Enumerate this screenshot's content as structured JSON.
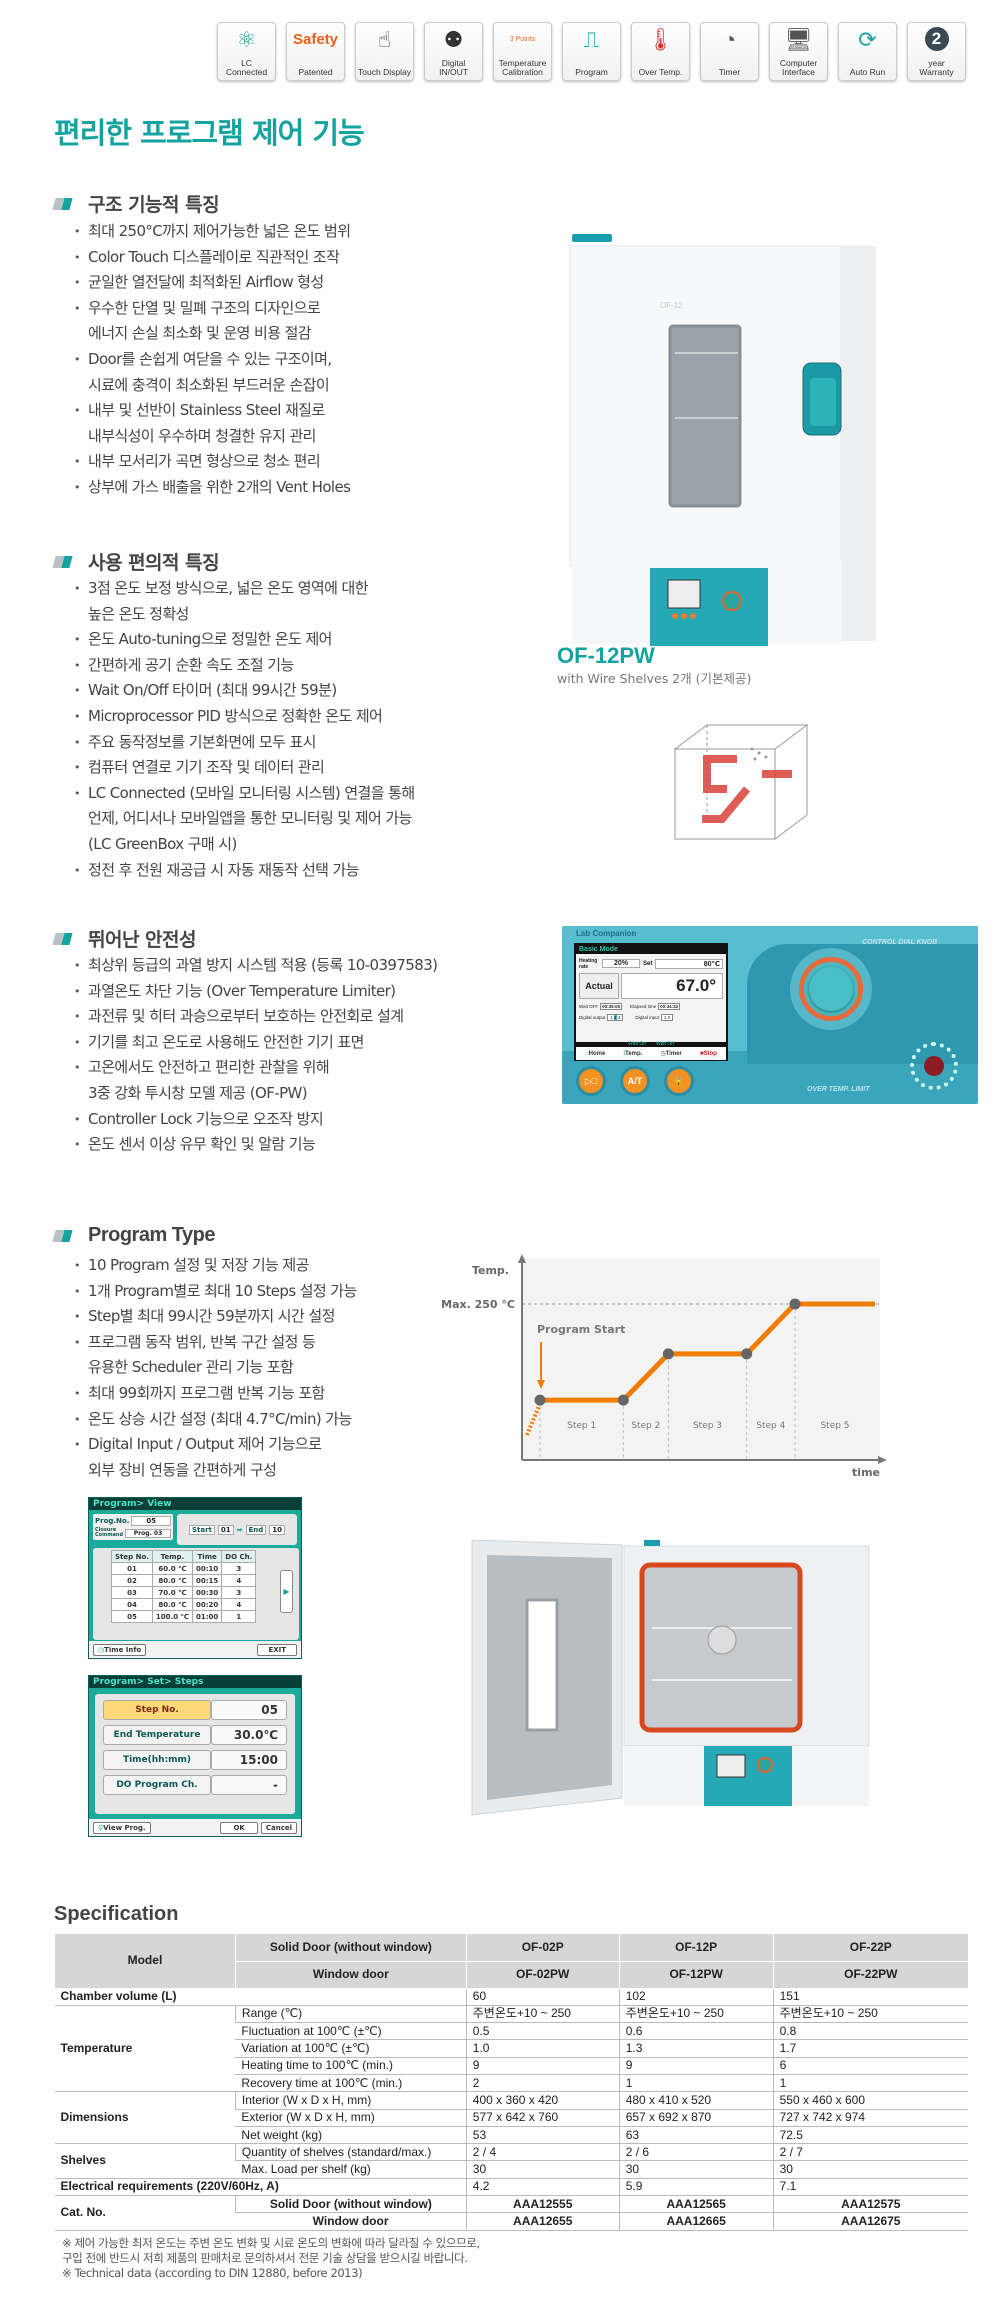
{
  "feature_icons": [
    {
      "label": "LC\nConnected",
      "icon": "atom-icon"
    },
    {
      "label": "Patented",
      "badge": "Safety",
      "icon": "safety-icon"
    },
    {
      "label": "Touch Display",
      "icon": "touch-hand-icon"
    },
    {
      "label": "Digital\nIN/OUT",
      "icon": "digital-io-icon"
    },
    {
      "label": "Temperature\nCalibration",
      "badge": "3 Points",
      "icon": "calibration-chart-icon"
    },
    {
      "label": "Program",
      "icon": "program-profile-icon"
    },
    {
      "label": "Over Temp.",
      "icon": "thermometer-icon"
    },
    {
      "label": "Timer",
      "icon": "timer-icon"
    },
    {
      "label": "Computer\nInterface",
      "icon": "monitor-icon"
    },
    {
      "label": "Auto Run",
      "icon": "auto-run-icon"
    },
    {
      "label": "year\nWarranty",
      "badge": "2",
      "icon": "warranty-icon"
    }
  ],
  "page_title": "편리한 프로그램 제어 기능",
  "sections": {
    "structure": {
      "heading": "구조 기능적 특징",
      "items": [
        "최대 250°C까지 제어가능한 넓은 온도 범위",
        "Color Touch 디스플레이로 직관적인 조작",
        "균일한 열전달에 최적화된 Airflow 형성",
        "우수한 단열 및 밀폐 구조의 디자인으로\n에너지 손실 최소화 및 운영 비용 절감",
        "Door를 손쉽게 여닫을 수 있는 구조이며,\n시료에 충격이 최소화된 부드러운 손잡이",
        "내부 및 선반이 Stainless Steel 재질로\n내부식성이 우수하며 청결한 유지 관리",
        "내부 모서리가 곡면 형상으로 청소 편리",
        "상부에 가스 배출을 위한 2개의 Vent Holes"
      ]
    },
    "convenience": {
      "heading": "사용 편의적 특징",
      "items": [
        "3점 온도 보정 방식으로, 넓은 온도 영역에 대한\n높은 온도 정확성",
        "온도 Auto-tuning으로 정밀한 온도 제어",
        "간편하게 공기 순환 속도 조절 기능",
        "Wait On/Off 타이머 (최대 99시간 59분)",
        "Microprocessor PID 방식으로 정확한 온도 제어",
        "주요 동작정보를 기본화면에 모두 표시",
        "컴퓨터 연결로 기기 조작 및 데이터 관리",
        "LC Connected (모바일 모니터링 시스템) 연결을 통해\n언제, 어디서나 모바일앱을 통한 모니터링 및 제어 가능\n(LC GreenBox 구매 시)",
        "정전 후 전원 재공급 시 자동 재동작 선택 가능"
      ]
    },
    "safety": {
      "heading": "뛰어난 안전성",
      "items": [
        "최상위 등급의 과열 방지 시스템 적용 (등록 10-0397583)",
        "과열온도 차단 기능 (Over Temperature Limiter)",
        "과전류 및 히터 과승으로부터 보호하는 안전회로 설계",
        "기기를 최고 온도로 사용해도 안전한 기기 표면",
        "고온에서도 안전하고 편리한 관찰을 위해\n3중 강화 투시창 모델 제공 (OF-PW)",
        "Controller Lock 기능으로 오조작 방지",
        "온도 센서 이상 유무 확인 및 알람 기능"
      ]
    },
    "program": {
      "heading": "Program Type",
      "items": [
        "10 Program 설정 및 저장 기능 제공",
        "1개 Program별로 최대 10 Steps 설정 가능",
        "Step별 최대 99시간 59분까지 시간 설정",
        "프로그램 동작 범위, 반복 구간 설정 등\n유용한 Scheduler 관리 기능 포함",
        "최대 99회까지 프로그램 반복 기능 포함",
        "온도 상승 시간 설정 (최대 4.7°C/min) 가능",
        "Digital Input / Output 제어 기능으로\n외부 장비 연동을 간편하게 구성"
      ]
    }
  },
  "product": {
    "door_label": "OF-12",
    "model": "OF-12PW",
    "subtitle": "with Wire Shelves 2개 (기본제공)"
  },
  "controller": {
    "brand": "Lab Companion",
    "mode": "Basic Mode",
    "heating_rate_label": "Heating rate",
    "heating_rate": "20%",
    "set_label": "Set",
    "set_value": "80℃",
    "actual_label": "Actual",
    "actual_value": "67.0°",
    "wait_label": "Wait OFF",
    "wait_value": "00:35:00",
    "elapsed_label": "Elapsed time",
    "elapsed_value": "00:34:32",
    "dout_label": "Digital output",
    "din_label": "Digital input",
    "wait_on": "Wait On",
    "wait_off": "Wait Off",
    "nav": [
      "Home",
      "Temp.",
      "Timer",
      "Stop"
    ],
    "buttons": [
      "▷□",
      "A/T",
      "🔓"
    ],
    "knob_label": "CONTROL DIAL KNOB",
    "limit_label": "OVER TEMP. LIMIT"
  },
  "chart_data": {
    "type": "line",
    "title": "",
    "ylabel": "Temp.",
    "xlabel": "time",
    "max_label": "Max. 250 °C",
    "annotation": "Program Start",
    "ylim": [
      0,
      250
    ],
    "xlim": [
      0,
      1005
    ],
    "x": [
      0,
      250,
      385,
      620,
      765,
      1005
    ],
    "y": [
      96,
      96,
      170,
      170,
      250,
      250
    ],
    "steps": [
      "Step 1",
      "Step 2",
      "Step 3",
      "Step 4",
      "Step 5"
    ],
    "line_color": "#f07d00"
  },
  "program_view": {
    "title": "Program> View",
    "prog_no_label": "Prog.No.",
    "prog_no": "05",
    "closure_label": "Closure Command",
    "closure_value": "Prog. 03",
    "start_label": "Start",
    "start_value": "01",
    "end_label": "End",
    "end_value": "10",
    "columns": [
      "Step No.",
      "Temp.",
      "Time",
      "DO Ch."
    ],
    "rows": [
      [
        "01",
        "60.0 ℃",
        "00:10",
        "3"
      ],
      [
        "02",
        "80.0 ℃",
        "00:15",
        "4"
      ],
      [
        "03",
        "70.0 ℃",
        "00:30",
        "3"
      ],
      [
        "04",
        "80.0 ℃",
        "00:20",
        "4"
      ],
      [
        "05",
        "100.0 ℃",
        "01:00",
        "1"
      ]
    ],
    "time_info": "Time Info",
    "exit": "EXIT"
  },
  "program_steps": {
    "title": "Program> Set> Steps",
    "fields": [
      {
        "label": "Step No.",
        "value": "05"
      },
      {
        "label": "End Temperature",
        "value": "30.0℃"
      },
      {
        "label": "Time(hh:mm)",
        "value": "15:00"
      },
      {
        "label": "DO Program Ch.",
        "value": "-"
      }
    ],
    "view_prog": "View Prog.",
    "ok": "OK",
    "cancel": "Cancel"
  },
  "spec": {
    "heading": "Specification",
    "model_label": "Model",
    "solid_label": "Solid Door (without window)",
    "window_label": "Window door",
    "solid_models": [
      "OF-02P",
      "OF-12P",
      "OF-22P"
    ],
    "window_models": [
      "OF-02PW",
      "OF-12PW",
      "OF-22PW"
    ],
    "chamber": {
      "label": "Chamber volume (L)",
      "values": [
        "60",
        "102",
        "151"
      ]
    },
    "groups": [
      {
        "label": "Temperature",
        "rows": [
          {
            "label": "Range (℃)",
            "values": [
              "주변온도+10 ~ 250",
              "주변온도+10 ~ 250",
              "주변온도+10 ~ 250"
            ]
          },
          {
            "label": "Fluctuation at 100℃ (±℃)",
            "values": [
              "0.5",
              "0.6",
              "0.8"
            ]
          },
          {
            "label": "Variation at 100℃ (±℃)",
            "values": [
              "1.0",
              "1.3",
              "1.7"
            ]
          },
          {
            "label": "Heating time to 100℃ (min.)",
            "values": [
              "9",
              "9",
              "6"
            ]
          },
          {
            "label": "Recovery time at 100℃ (min.)",
            "values": [
              "2",
              "1",
              "1"
            ]
          }
        ]
      },
      {
        "label": "Dimensions",
        "rows": [
          {
            "label": "Interior (W x D x H, mm)",
            "values": [
              "400 x 360 x 420",
              "480 x 410 x 520",
              "550 x 460 x 600"
            ]
          },
          {
            "label": "Exterior (W x D x H, mm)",
            "values": [
              "577 x 642 x 760",
              "657 x 692 x 870",
              "727 x 742 x 974"
            ]
          },
          {
            "label": "Net weight (kg)",
            "values": [
              "53",
              "63",
              "72.5"
            ]
          }
        ]
      },
      {
        "label": "Shelves",
        "rows": [
          {
            "label": "Quantity of shelves (standard/max.)",
            "values": [
              "2 / 4",
              "2 / 6",
              "2 / 7"
            ]
          },
          {
            "label": "Max. Load per shelf (kg)",
            "values": [
              "30",
              "30",
              "30"
            ]
          }
        ]
      }
    ],
    "electrical": {
      "label": "Electrical requirements (220V/60Hz, A)",
      "values": [
        "4.2",
        "5.9",
        "7.1"
      ]
    },
    "cat": {
      "label": "Cat. No.",
      "solid": [
        "AAA12555",
        "AAA12565",
        "AAA12575"
      ],
      "window": [
        "AAA12655",
        "AAA12665",
        "AAA12675"
      ]
    },
    "notes": "※ 제어 가능한 최저 온도는 주변 온도 변화 및 시료 온도의 변화에 따라 달라질 수 있으므로,\n    구입 전에 반드시 저희 제품의 판매처로 문의하셔서 전문 기술 상담을 받으시길 바랍니다.\n※ Technical data (according to DIN 12880, before 2013)"
  }
}
